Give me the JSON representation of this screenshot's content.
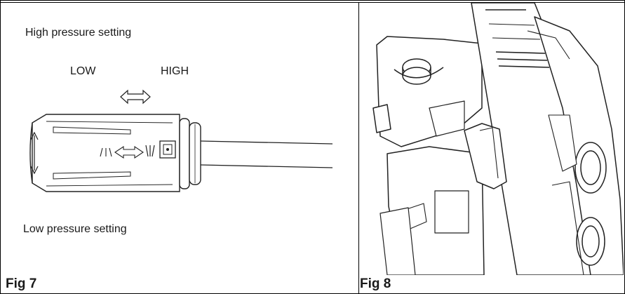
{
  "fig7": {
    "caption": "Fig 7",
    "high_setting": "High pressure setting",
    "low_setting": "Low pressure setting",
    "low_label": "LOW",
    "high_label": "HIGH"
  },
  "fig8": {
    "caption": "Fig 8"
  }
}
